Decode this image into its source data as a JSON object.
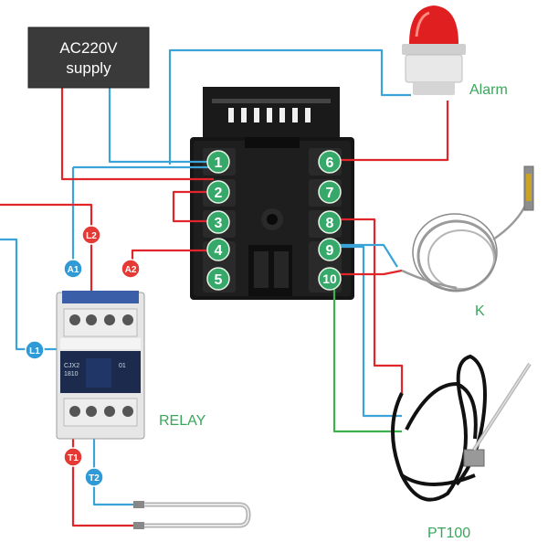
{
  "supply": {
    "line1": "AC220V",
    "line2": "supply"
  },
  "labels": {
    "alarm": "Alarm",
    "relay": "RELAY",
    "k": "K",
    "pt100": "PT100"
  },
  "controller_terminals_left": [
    "1",
    "2",
    "3",
    "4",
    "5"
  ],
  "controller_terminals_right": [
    "6",
    "7",
    "8",
    "9",
    "10"
  ],
  "relay_tags": {
    "a1": "A1",
    "a2": "A2",
    "l1": "L1",
    "l2": "L2",
    "t1": "T1",
    "t2": "T2"
  },
  "relay_markings": {
    "model": "CJX2",
    "code": "1810",
    "no": "01"
  },
  "colors": {
    "red_wire": "#e0262b",
    "blue_wire": "#3aa3d8",
    "green_wire": "#3bb34a",
    "terminal_green": "#35a86a",
    "tag_red": "#e53935",
    "tag_blue": "#2f9ad6"
  }
}
